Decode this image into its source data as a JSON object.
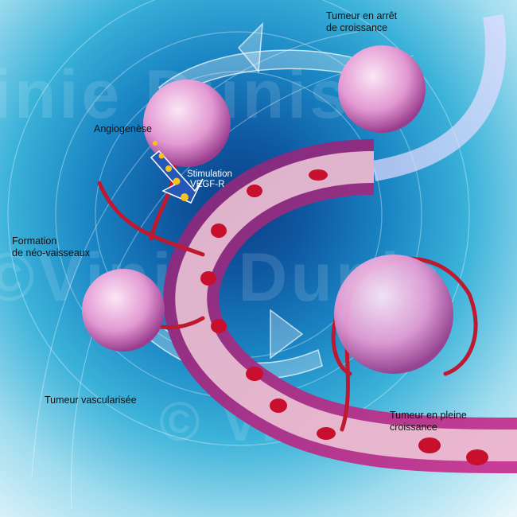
{
  "labels": {
    "arrested_tumor": [
      "Tumeur en arrêt",
      "de croissance"
    ],
    "angiogenesis": "Angiogenèse",
    "stimulation": [
      "Stimulation",
      "VEGF-R"
    ],
    "neovessels": [
      "Formation",
      "de néo-vaisseaux"
    ],
    "vascularized_tumor": "Tumeur vascularisée",
    "growing_tumor": [
      "Tumeur en pleine",
      "croissance"
    ]
  },
  "watermark": "© Vinie Dunis",
  "colors": {
    "vessel": "#c0182e",
    "vessel_wall": "#8e2a7a",
    "tumor": "#e7a6d8",
    "bg_dark": "#0b3f86",
    "bg_light": "#eaf8fc"
  }
}
